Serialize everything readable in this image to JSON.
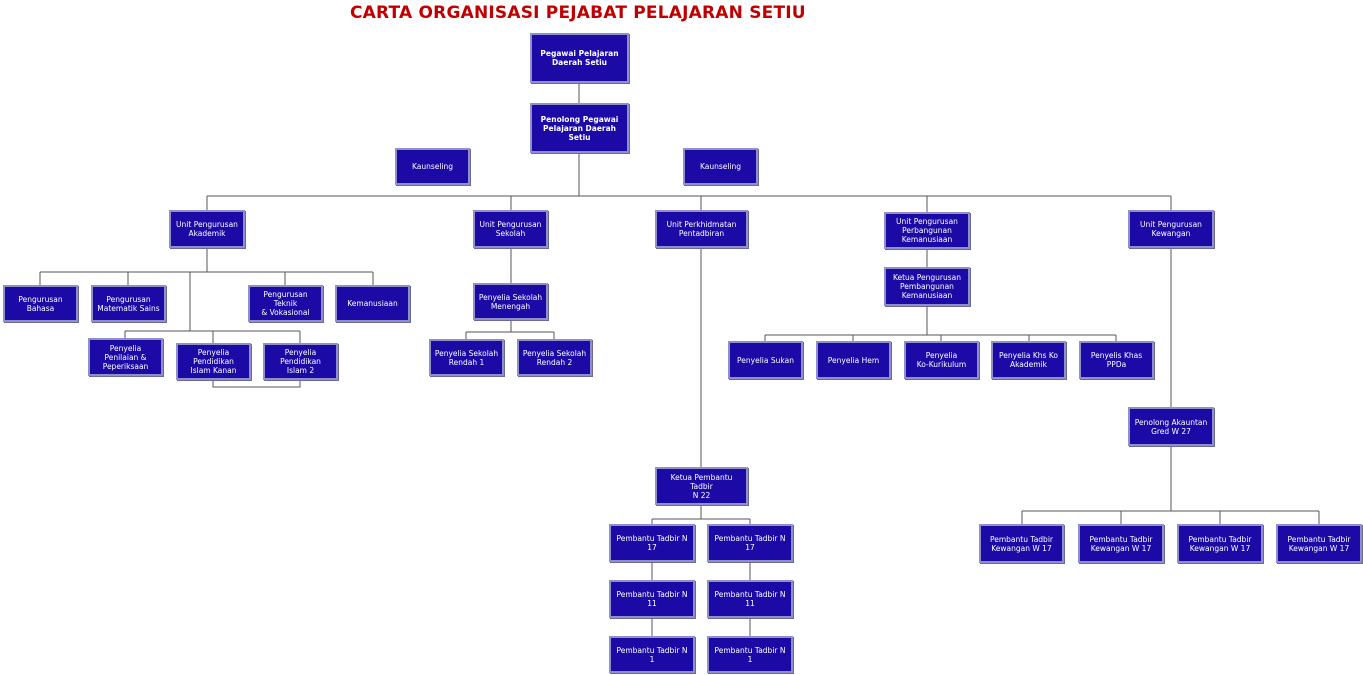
{
  "title": "CARTA ORGANISASI PEJABAT PELAJARAN SETIU",
  "nodes": {
    "ppd": "Pegawai Pelajaran\nDaerah Setiu",
    "pppd": "Penolong Pegawai\nPelajaran Daerah Setiu",
    "kaunseling_1": "Kaunseling",
    "kaunseling_2": "Kaunseling",
    "unit_akademik": "Unit Pengurusan\nAkademik",
    "unit_sekolah": "Unit Pengurusan\nSekolah",
    "unit_pentadbiran": "Unit Perkhidmatan\nPentadbiran",
    "unit_pembangunan": "Unit Pengurusan\nPerbangunan\nKemanusiaan",
    "unit_kewangan": "Unit Pengurusan\nKewangan",
    "pengurusan_bahasa": "Pengurusan Bahasa",
    "pengurusan_matematik": "Pengurusan\nMatematik Sains",
    "pengurusan_teknik": "Pengurusan Teknik\n& Vokasional",
    "kemanusiaan": "Kemanusiaan",
    "penilaian": "Penyelia Penilaian &\nPeperiksaan",
    "pendidikan_islam_kanan": "Penyelia Pendidikan\nIslam Kanan",
    "pendidikan_islam_2": "Penyelia Pendidikan\nIslam 2",
    "sekolah_menengah": "Penyelia Sekolah\nMenengah",
    "sekolah_rendah_1": "Penyelia Sekolah\nRendah 1",
    "sekolah_rendah_2": "Penyelia Sekolah\nRendah 2",
    "ketua_pembangunan": "Ketua Pengurusan\nPembangunan\nKemanusiaan",
    "sukan": "Penyelia Sukan",
    "hem": "Penyelia Hem",
    "kokurikulum": "Penyelia\nKo-Kurikulum",
    "khs_ko_akademik": "Penyelia Khs Ko\nAkademik",
    "khas_ppda": "Penyelis Khas PPDa",
    "penolong_akauntan": "Penolong Akauntan\nGred W 27",
    "ketua_tadbir": "Ketua Pembantu Tadbir\nN 22",
    "tadbir_n17_a": "Pembantu Tadbir N 17",
    "tadbir_n17_b": "Pembantu Tadbir N 17",
    "tadbir_n11_a": "Pembantu Tadbir N 11",
    "tadbir_n11_b": "Pembantu Tadbir N 11",
    "tadbir_n1_a": "Pembantu Tadbir N 1",
    "tadbir_n1_b": "Pembantu Tadbir N 1",
    "kewangan_w17_1": "Pembantu Tadbir\nKewangan W 17",
    "kewangan_w17_2": "Pembantu Tadbir\nKewangan W 17",
    "kewangan_w17_3": "Pembantu Tadbir\nKewangan W 17",
    "kewangan_w17_4": "Pembantu Tadbir\nKewangan W 17"
  }
}
